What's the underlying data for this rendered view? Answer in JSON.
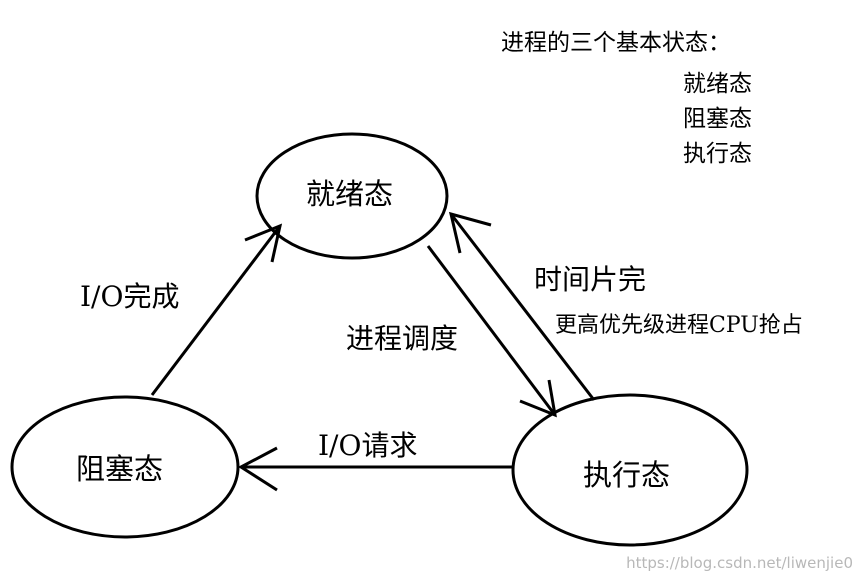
{
  "legend": {
    "title": "进程的三个基本状态：",
    "items": [
      "就绪态",
      "阻塞态",
      "执行态"
    ]
  },
  "nodes": {
    "ready": "就绪态",
    "blocked": "阻塞态",
    "running": "执行态"
  },
  "edges": {
    "io_complete": "I/O完成",
    "dispatch": "进程调度",
    "timeslice": "时间片完",
    "preempt": "更高优先级进程CPU抢占",
    "io_request": "I/O请求"
  },
  "watermark": "https://blog.csdn.net/liwenjie0"
}
